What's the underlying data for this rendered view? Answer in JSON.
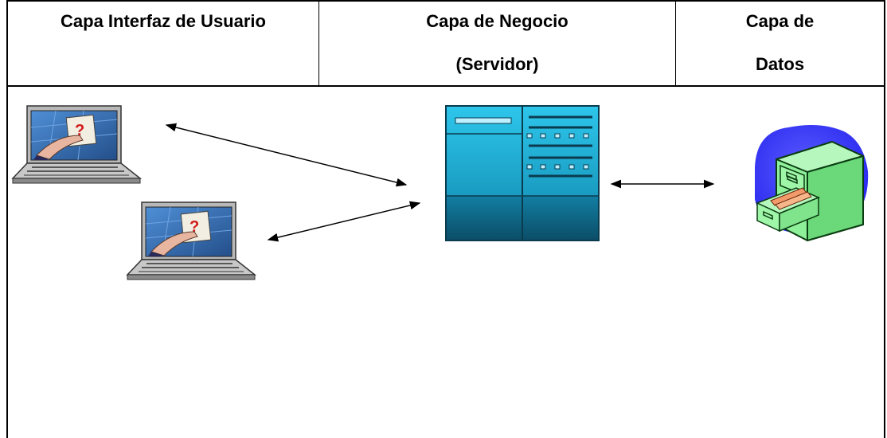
{
  "headers": {
    "ui_layer": "Capa Interfaz de Usuario",
    "business_layer_line1": "Capa de Negocio",
    "business_layer_line2": "(Servidor)",
    "data_layer_line1": "Capa de",
    "data_layer_line2": "Datos"
  },
  "icons": {
    "client_laptop_1": "laptop-icon",
    "client_laptop_2": "laptop-icon",
    "server": "server-icon",
    "database": "file-cabinet-icon"
  },
  "colors": {
    "server_top": "#22b8df",
    "server_bottom": "#0e5f7d",
    "cabinet_green": "#8ff09a",
    "cabinet_back": "#3b3bff",
    "folder_orange": "#f39a6a",
    "screen_blue": "#3a74b8"
  }
}
